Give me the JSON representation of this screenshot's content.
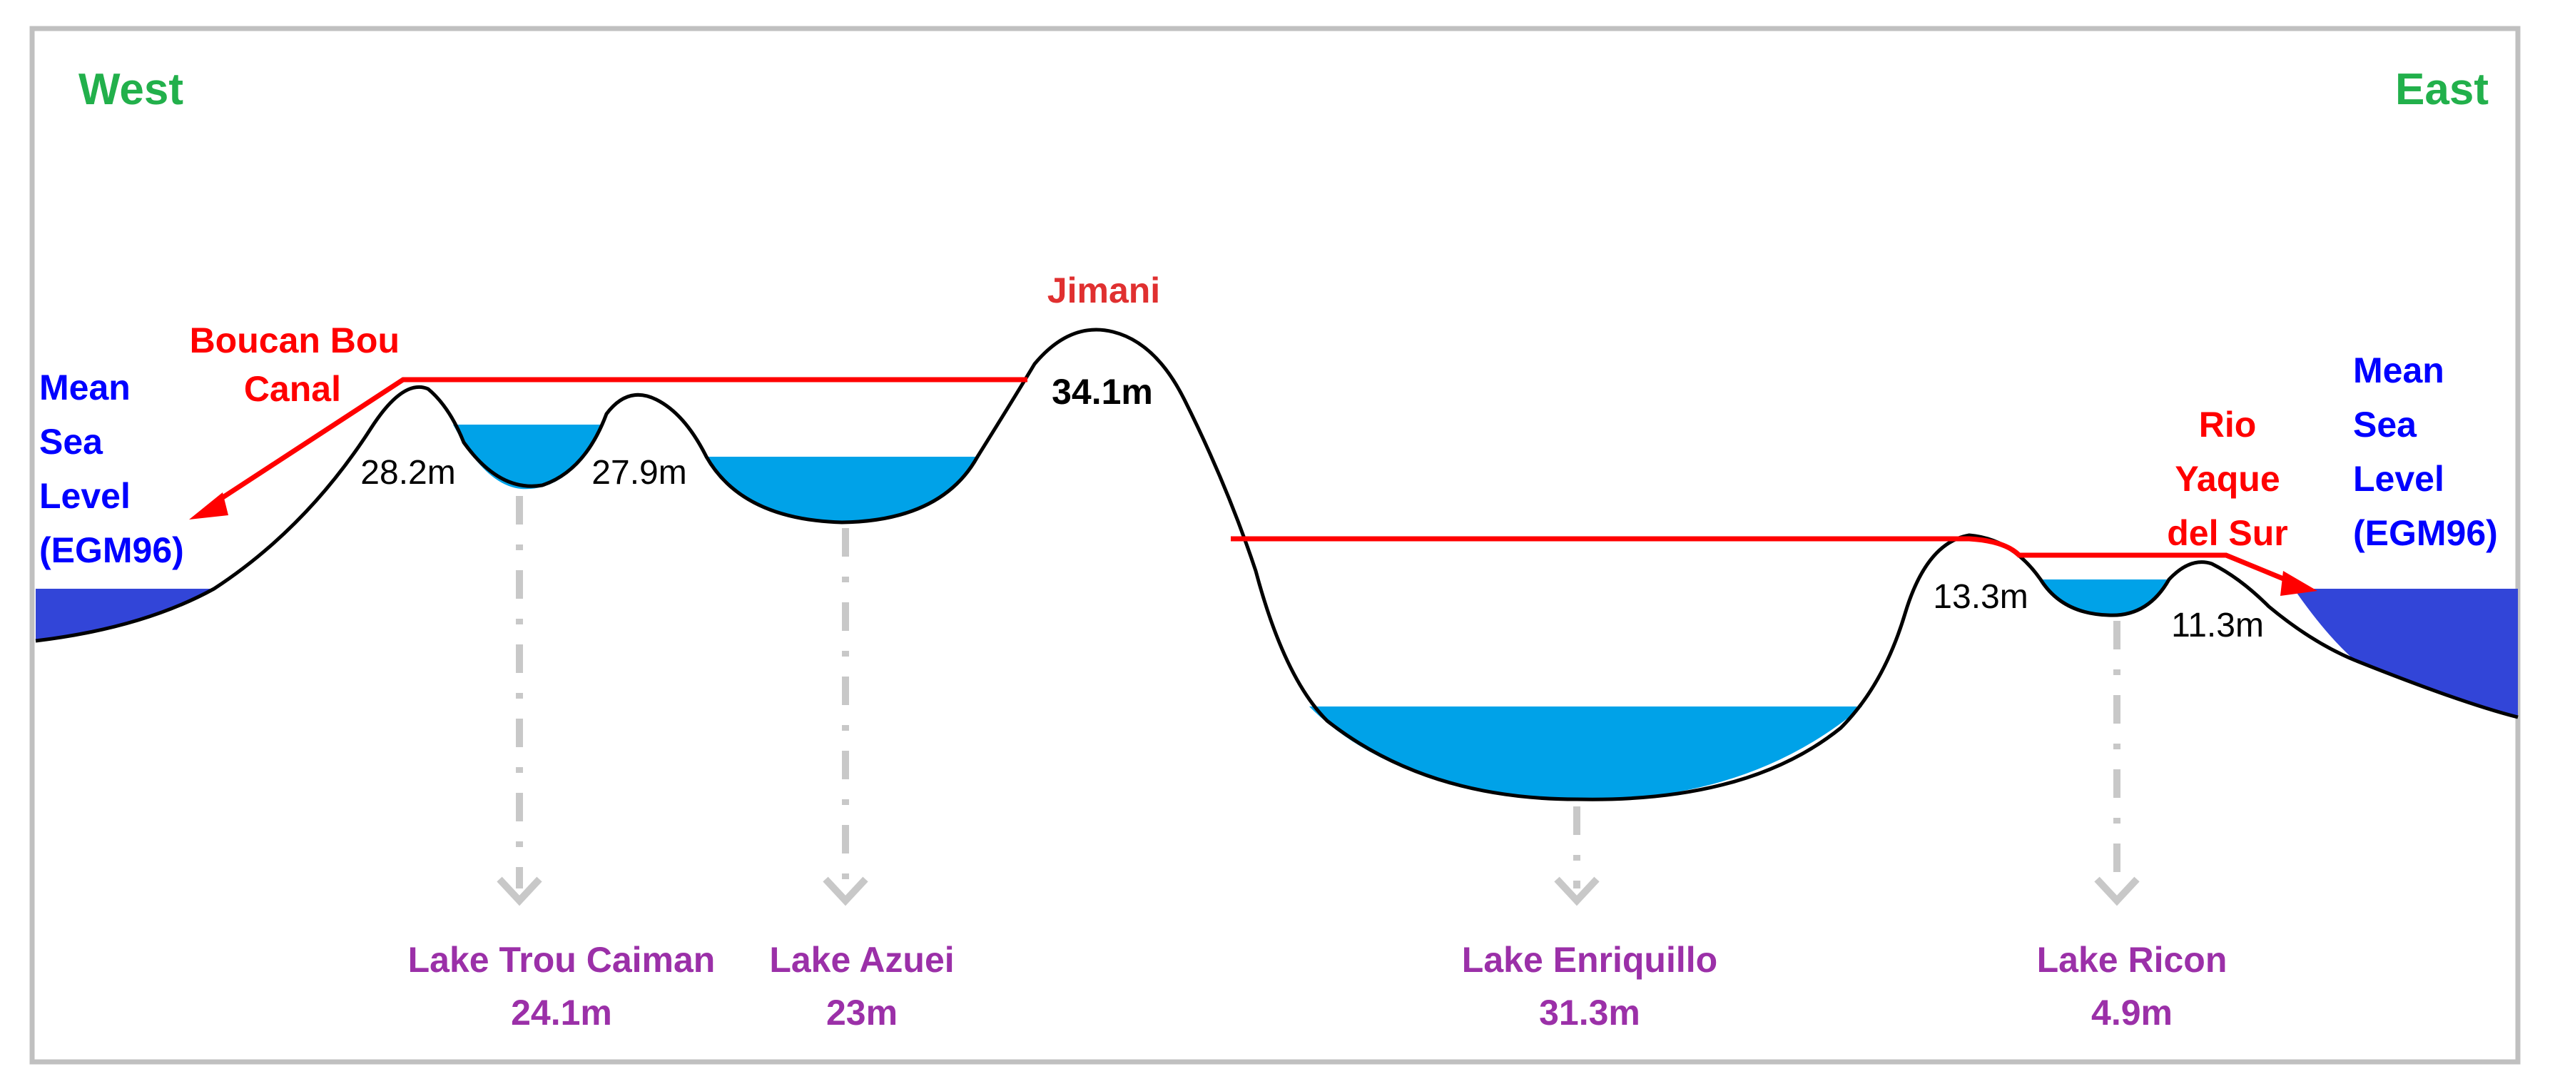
{
  "directions": {
    "west": "West",
    "east": "East"
  },
  "sea_level": {
    "west": [
      "Mean",
      "Sea",
      "Level",
      "(EGM96)"
    ],
    "east": [
      "Mean",
      "Sea",
      "Level",
      "(EGM96)"
    ]
  },
  "outlets": {
    "boucan_bou": [
      "Boucan Bou",
      "Canal"
    ],
    "jimani": "Jimani",
    "rio_yaque": [
      "Rio",
      "Yaque",
      "del Sur"
    ]
  },
  "sill_elevations": {
    "west_peak": "28.2m",
    "middle_peak": "27.9m",
    "jimani": "34.1m",
    "east_left": "13.3m",
    "east_right": "11.3m"
  },
  "lakes": [
    {
      "name": "Lake Trou Caiman",
      "depth": "24.1m"
    },
    {
      "name": "Lake Azuei",
      "depth": "23m"
    },
    {
      "name": "Lake Enriquillo",
      "depth": "31.3m"
    },
    {
      "name": "Lake Ricon",
      "depth": "4.9m"
    }
  ],
  "colors": {
    "direction": "#22b04b",
    "sea_label": "#0000ff",
    "outlet": "#ff0000",
    "jimani": "#e03030",
    "lake_label": "#9b30a8",
    "lake_water": "#00a2e8",
    "sea_water": "#3245d8",
    "arrow": "#c8c8c8",
    "frame": "#c0c0c0"
  }
}
